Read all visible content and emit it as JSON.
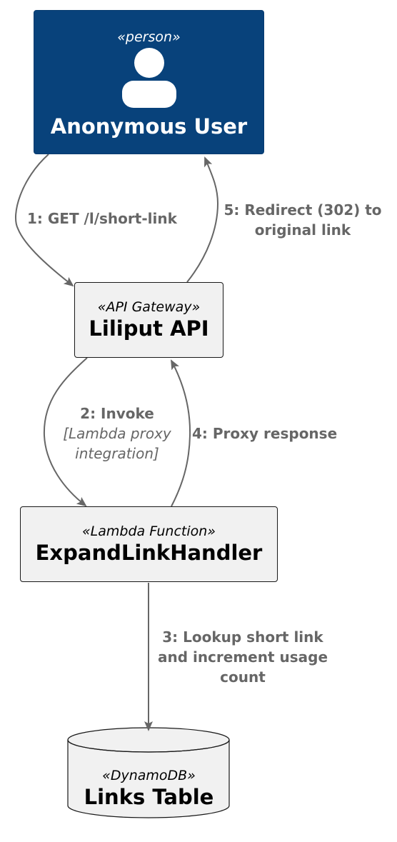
{
  "nodes": {
    "user": {
      "stereotype": "«person»",
      "name": "Anonymous User",
      "icon": "person-icon",
      "fill": "#08427b",
      "text_color": "#ffffff"
    },
    "api": {
      "stereotype": "«API Gateway»",
      "name": "Liliput API",
      "fill": "#f1f1f1"
    },
    "lambda": {
      "stereotype": "«Lambda Function»",
      "name": "ExpandLinkHandler",
      "fill": "#f1f1f1"
    },
    "db": {
      "stereotype": "«DynamoDB»",
      "name": "Links Table",
      "shape": "database",
      "fill": "#f1f1f1"
    }
  },
  "edges": [
    {
      "from": "user",
      "to": "api",
      "label": "1: GET /l/short-link"
    },
    {
      "from": "api",
      "to": "lambda",
      "label": "2: Invoke",
      "technology": "[Lambda proxy integration]"
    },
    {
      "from": "lambda",
      "to": "db",
      "label": "3: Lookup short link and increment usage count"
    },
    {
      "from": "lambda",
      "to": "api",
      "label": "4: Proxy response"
    },
    {
      "from": "api",
      "to": "user",
      "label": "5: Redirect (302) to original link"
    }
  ],
  "edge_label_lines": {
    "tech_line1": "[Lambda proxy",
    "tech_line2": "integration]",
    "e3_line1": "3: Lookup short link",
    "e3_line2": "and increment usage",
    "e3_line3": "count",
    "e5_line1": "5: Redirect (302) to",
    "e5_line2": "original link"
  },
  "colors": {
    "arrow": "#666666",
    "label": "#666666",
    "border": "#181818"
  }
}
